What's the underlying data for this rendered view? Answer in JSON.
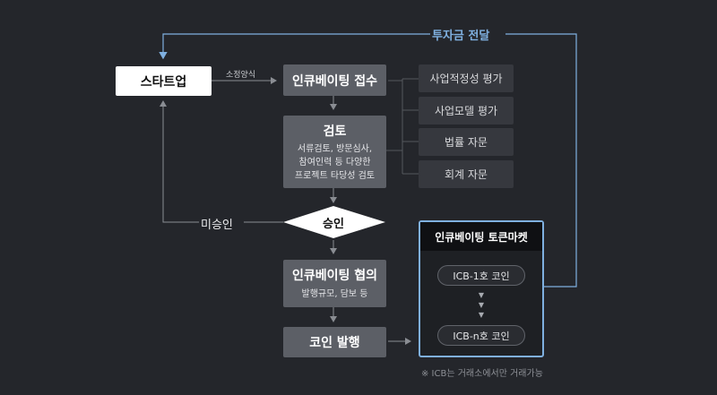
{
  "startup": "스타트업",
  "edge_label": "소정양식",
  "investment_label": "투자금 전달",
  "steps": {
    "reception": "인큐베이팅 접수",
    "review_title": "검토",
    "review_desc": [
      "서류검토, 방문심사,",
      "참여인력 등 다양한",
      "프로젝트 타당성 검토"
    ],
    "approval": "승인",
    "rejected": "미승인",
    "agreement_title": "인큐베이팅 협의",
    "agreement_desc": "발행규모, 담보 등",
    "issue": "코인 발행"
  },
  "evaluations": [
    "사업적정성 평가",
    "사업모델 평가",
    "법률 자문",
    "회계 자문"
  ],
  "market": {
    "title": "인큐베이팅 토큰마켓",
    "coin_first": "ICB-1호 코인",
    "coin_last": "ICB-n호 코인"
  },
  "note": "※ ICB는 거래소에서만 거래가능",
  "colors": {
    "accent": "#7fb0e0",
    "box": "#5c5f66",
    "side": "#36383e",
    "background": "#24262b"
  }
}
